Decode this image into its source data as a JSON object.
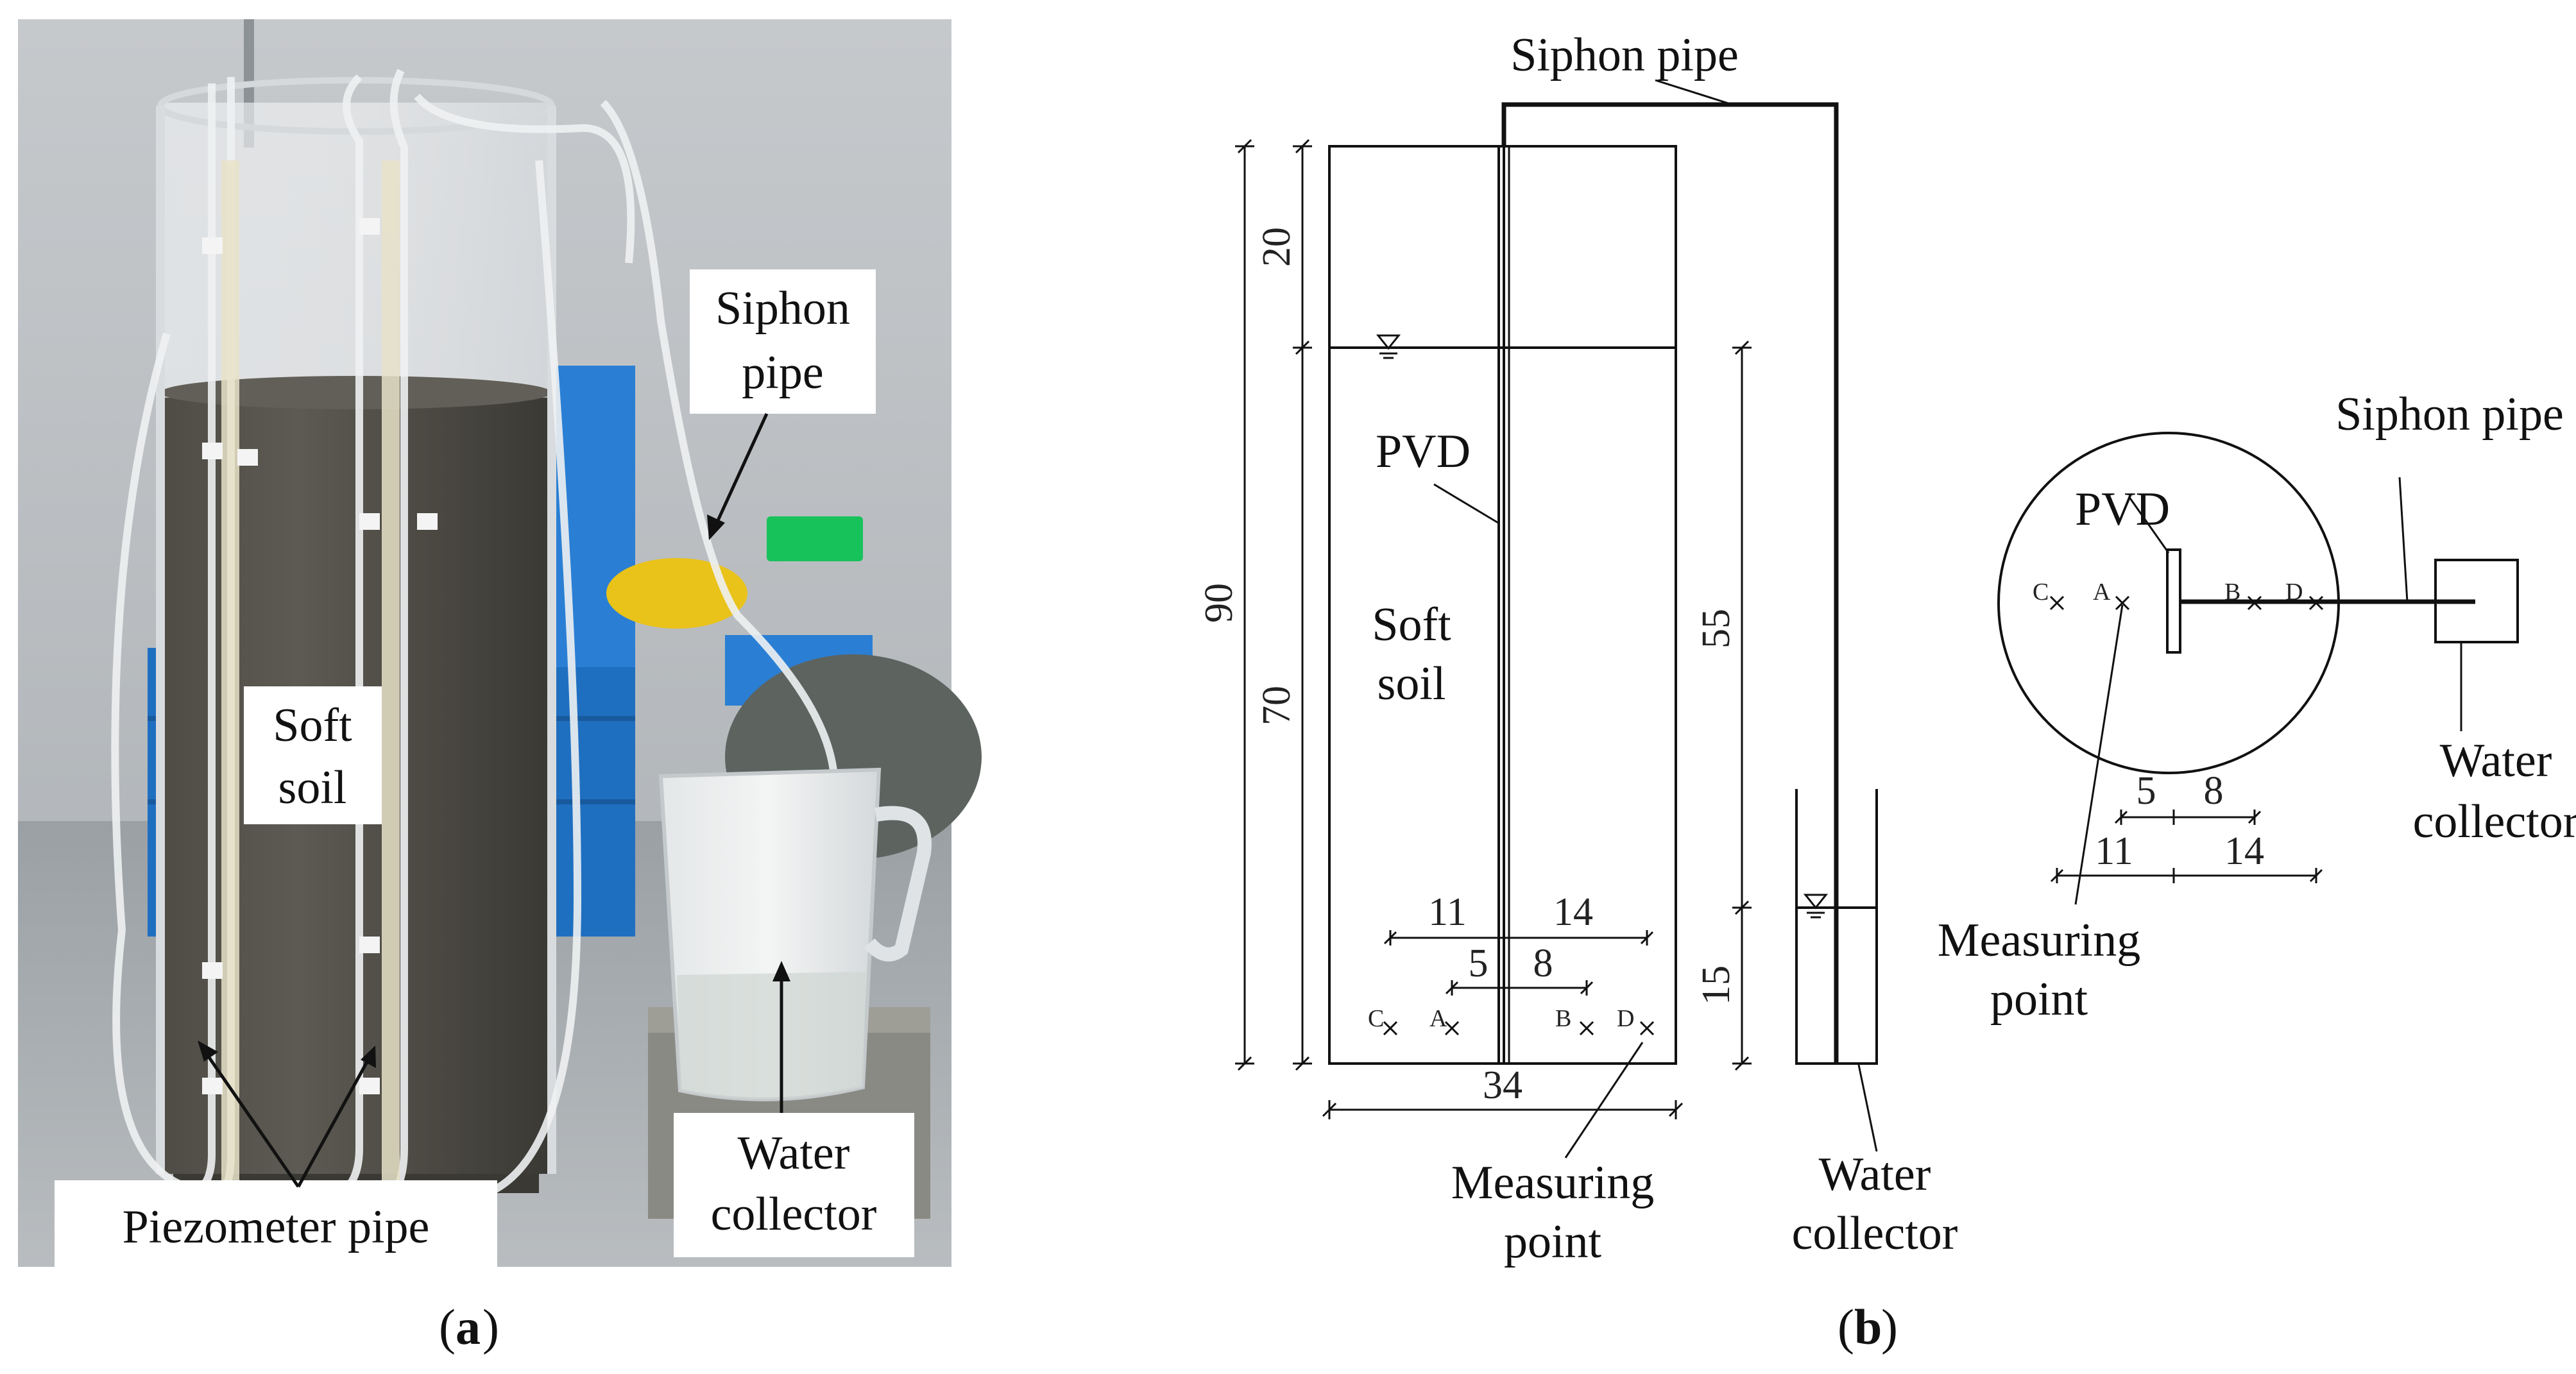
{
  "panel_a": {
    "caption_letter": "a",
    "labels": {
      "siphon_pipe": [
        "Siphon",
        "pipe"
      ],
      "soft_soil": [
        "Soft",
        "soil"
      ],
      "piezometer_pipe": "Piezometer pipe",
      "water_collector": [
        "Water",
        "collector"
      ]
    }
  },
  "panel_b": {
    "caption_letter": "b",
    "side_view": {
      "siphon_pipe": "Siphon pipe",
      "pvd": "PVD",
      "soft_soil": [
        "Soft",
        "soil"
      ],
      "measuring_point": [
        "Measuring",
        "point"
      ],
      "water_collector": [
        "Water",
        "collector"
      ],
      "dimensions": {
        "total_height": "90",
        "top": "20",
        "soil": "70",
        "head_above_collector": "55",
        "collector_level": "15",
        "width": "34",
        "left_outer": "11",
        "right_outer": "14",
        "left_inner": "5",
        "right_inner": "8"
      },
      "points": [
        "C",
        "A",
        "B",
        "D"
      ]
    },
    "plan_view": {
      "siphon_pipe": "Siphon pipe",
      "pvd": "PVD",
      "measuring_point": [
        "Measuring",
        "point"
      ],
      "water_collector": [
        "Water",
        "collector"
      ],
      "dimensions": {
        "left_inner": "5",
        "right_inner": "8",
        "left_outer": "11",
        "right_outer": "14"
      },
      "points": [
        "C",
        "A",
        "B",
        "D"
      ]
    }
  }
}
